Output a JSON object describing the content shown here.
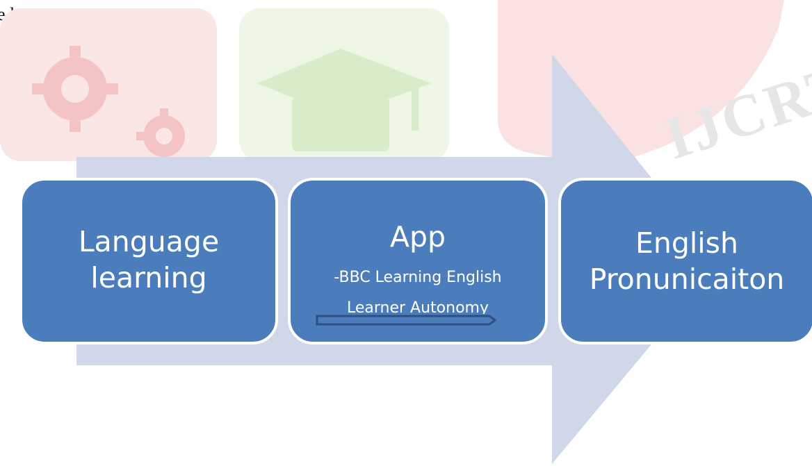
{
  "page": {
    "top_text": "e learners."
  },
  "watermark": {
    "text": "IJCRT"
  },
  "diagram": {
    "colors": {
      "arrow": "#cfd7e8",
      "box": "#4b7dbd",
      "box_text": "#ffffff"
    },
    "steps": [
      {
        "lines": [
          "Language",
          "learning"
        ]
      },
      {
        "title": "App",
        "subtitle": "-BBC Learning English",
        "extra": "Learner Autonomy"
      },
      {
        "lines": [
          "English",
          "Pronunicaiton"
        ]
      }
    ]
  }
}
